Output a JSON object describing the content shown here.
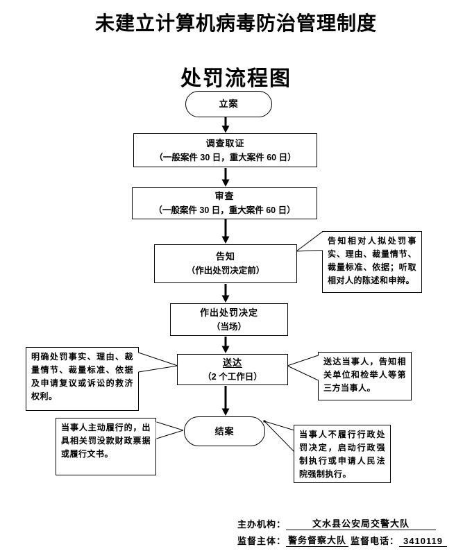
{
  "page": {
    "title": "未建立计算机病毒防治管理制度",
    "subtitle": "处罚流程图"
  },
  "colors": {
    "ink": "#000000",
    "background": "#ffffff"
  },
  "flow": {
    "nodes": [
      {
        "id": "start",
        "shape": "stadium",
        "label": "立案"
      },
      {
        "id": "investigate",
        "shape": "rect",
        "label": "调查取证",
        "sub": "（一般案件 30 日，重大案件 60 日）"
      },
      {
        "id": "review",
        "shape": "rect",
        "label": "审查",
        "sub": "（一般案件 30 日，重大案件 60 日）"
      },
      {
        "id": "notify",
        "shape": "rect",
        "label": "告知",
        "sub": "（作出处罚决定前）"
      },
      {
        "id": "decide",
        "shape": "rect",
        "label": "作出处罚决定",
        "sub": "（当场）"
      },
      {
        "id": "deliver",
        "shape": "rect",
        "label": "送达",
        "sub": "（2 个工作日）"
      },
      {
        "id": "close",
        "shape": "stadium",
        "label": "结案"
      }
    ],
    "callouts": [
      {
        "id": "notify-note",
        "text": "告知相对人拟处罚事实、理由、裁量情节、裁量标准、依据；听取相对人的陈述和申辩。"
      },
      {
        "id": "remedy-note",
        "text": "明确处罚事实、理由、裁量情节、裁量标准、依据及申请复议或诉讼的救济权利。"
      },
      {
        "id": "delivery-note",
        "text": "送达当事人，告知相关单位和检举人等第三方当事人。"
      },
      {
        "id": "voluntary-note",
        "text": "当事人主动履行的，出具相关罚没款财政票据或履行文书。"
      },
      {
        "id": "enforce-note",
        "text": "当事人不履行行政处罚决定，启动行政强制执行或申请人民法院强制执行。"
      }
    ]
  },
  "footer": {
    "host_label": "主办机构：",
    "host_value": "文水县公安局交警大队",
    "supervisor_label": "监督主体：",
    "supervisor_value": "警务督察大队",
    "phone_label": "监督电话：",
    "phone_value": "3410119"
  }
}
